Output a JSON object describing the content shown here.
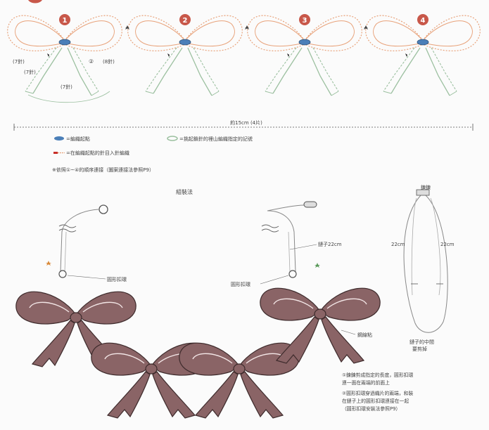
{
  "bows_top": {
    "numbers": [
      "1",
      "2",
      "3",
      "4"
    ],
    "stitch_labels": {
      "left_outer": "(7針)",
      "left_inner": "(7針)",
      "bottom": "(7針)",
      "right": "(8針)",
      "circled": "②"
    }
  },
  "measure": {
    "label": "約15cm (4片)"
  },
  "legend": [
    {
      "icon": "ellipse-blue",
      "text": "=編織起點"
    },
    {
      "icon": "ellipse-green",
      "text": "=挑起鎖針的裡山編織指定的記號"
    },
    {
      "icon": "arrow-red",
      "text": "=在編織起點的針目入針編織"
    },
    {
      "icon": "note",
      "text": "※依照①~④的順序連接（圖案連接法參照P9）"
    }
  ],
  "assembly": {
    "title": "組裝法",
    "ring_left": "圓形扣環",
    "ring_right": "圓形扣環",
    "chain": "鏈子22cm",
    "glue": "鋼線粘",
    "chain_top": "鍊鍊",
    "len_left": "22cm",
    "len_right": "22cm",
    "chain_mid": "鏈子的中間",
    "chain_mid2": "要剪掉",
    "notes": [
      "①鍊鍊剪成指定的長度，圓形扣環",
      "  連一面在兩端的前面上",
      "②圓形扣環穿過織片的兩端，和裝",
      "  在鏈子上的圓形扣環連接在一起",
      "  （圓形扣環安裝法參照P9）"
    ]
  },
  "colors": {
    "bow_fill": "#8a6466",
    "bow_stroke": "#3e2b2c",
    "crochet_orange": "#e8a27a",
    "crochet_green": "#9cc0a0",
    "number_red": "#c8584a",
    "accent_blue": "#4b7fb8",
    "star_orange": "#d98a3a",
    "star_green": "#5a9a5a"
  }
}
